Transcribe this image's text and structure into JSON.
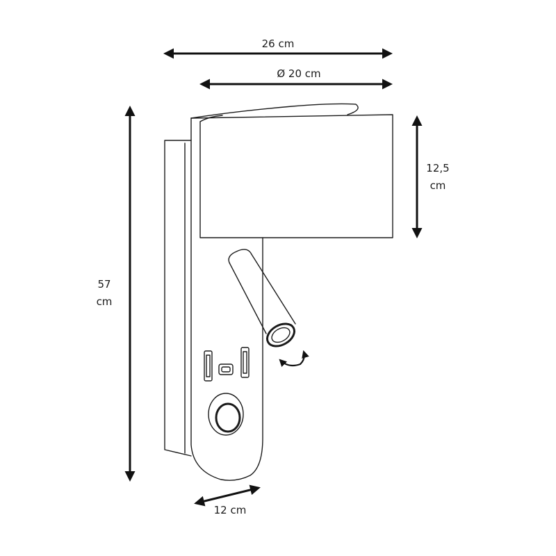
{
  "dimensions": {
    "width_total": "26 cm",
    "shade_diameter": "Ø 20 cm",
    "shade_height_line1": "12,5",
    "shade_height_line2": "cm",
    "total_height_line1": "57",
    "total_height_line2": "cm",
    "base_width": "12 cm"
  },
  "colors": {
    "stroke": "#1a1a1a",
    "background": "#ffffff"
  },
  "icons": [
    "rotate-arrow-icon",
    "usb-a-port-icon",
    "usb-c-port-icon",
    "rotary-switch-icon"
  ]
}
